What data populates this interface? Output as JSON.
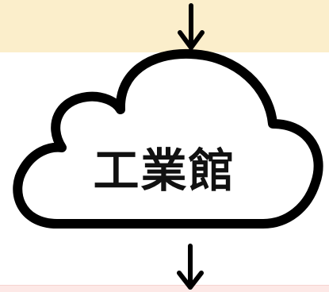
{
  "diagram": {
    "node_label": "工業館",
    "node_shape": "cloud",
    "incoming_arrow": "arrow-down",
    "outgoing_arrow": "arrow-down"
  },
  "colors": {
    "top_band": "#fbeecb",
    "bottom_band": "#fde8e6",
    "stroke": "#000000",
    "cloud_fill": "#ffffff"
  }
}
